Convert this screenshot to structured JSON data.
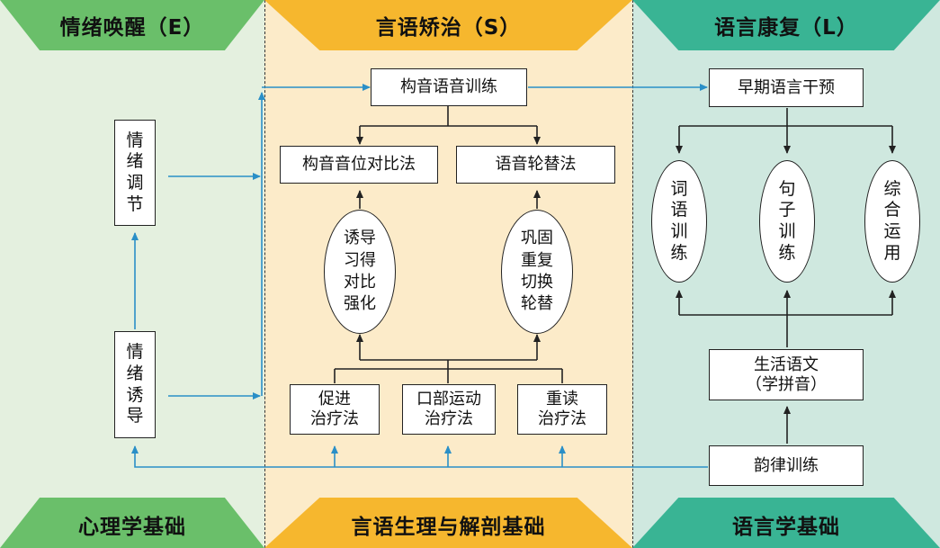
{
  "columns": {
    "emotion": {
      "title": "情绪唤醒（E）",
      "foundation": "心理学基础",
      "color": "#6abf6a"
    },
    "speech": {
      "title": "言语矫治（S）",
      "foundation": "言语生理与解剖基础",
      "color": "#f6b72e"
    },
    "language": {
      "title": "语言康复（L）",
      "foundation": "语言学基础",
      "color": "#39b494"
    }
  },
  "emotion_boxes": {
    "regulation": "情\n绪\n调\n节",
    "induction": "情\n绪\n诱\n导"
  },
  "speech_boxes": {
    "articulation_training": "构音语音训练",
    "phoneme_contrast": "构音音位对比法",
    "phoneme_rotation": "语音轮替法",
    "contrast_steps": "诱导\n习得\n对比\n强化",
    "rotation_steps": "巩固\n重复\n切换\n轮替",
    "promote": "促进\n治疗法",
    "oral_motor": "口部运动\n治疗法",
    "reread": "重读\n治疗法"
  },
  "language_boxes": {
    "early_intervention": "早期语言干预",
    "word_training": "词\n语\n训\n练",
    "sentence_training": "句\n子\n训\n练",
    "integrated_use": "综\n合\n运\n用",
    "life_text": "生活语文\n（学拼音）",
    "prosody_training": "韵律训练"
  },
  "colors": {
    "line_blue": "#2a8fc7",
    "line_black": "#222222"
  }
}
